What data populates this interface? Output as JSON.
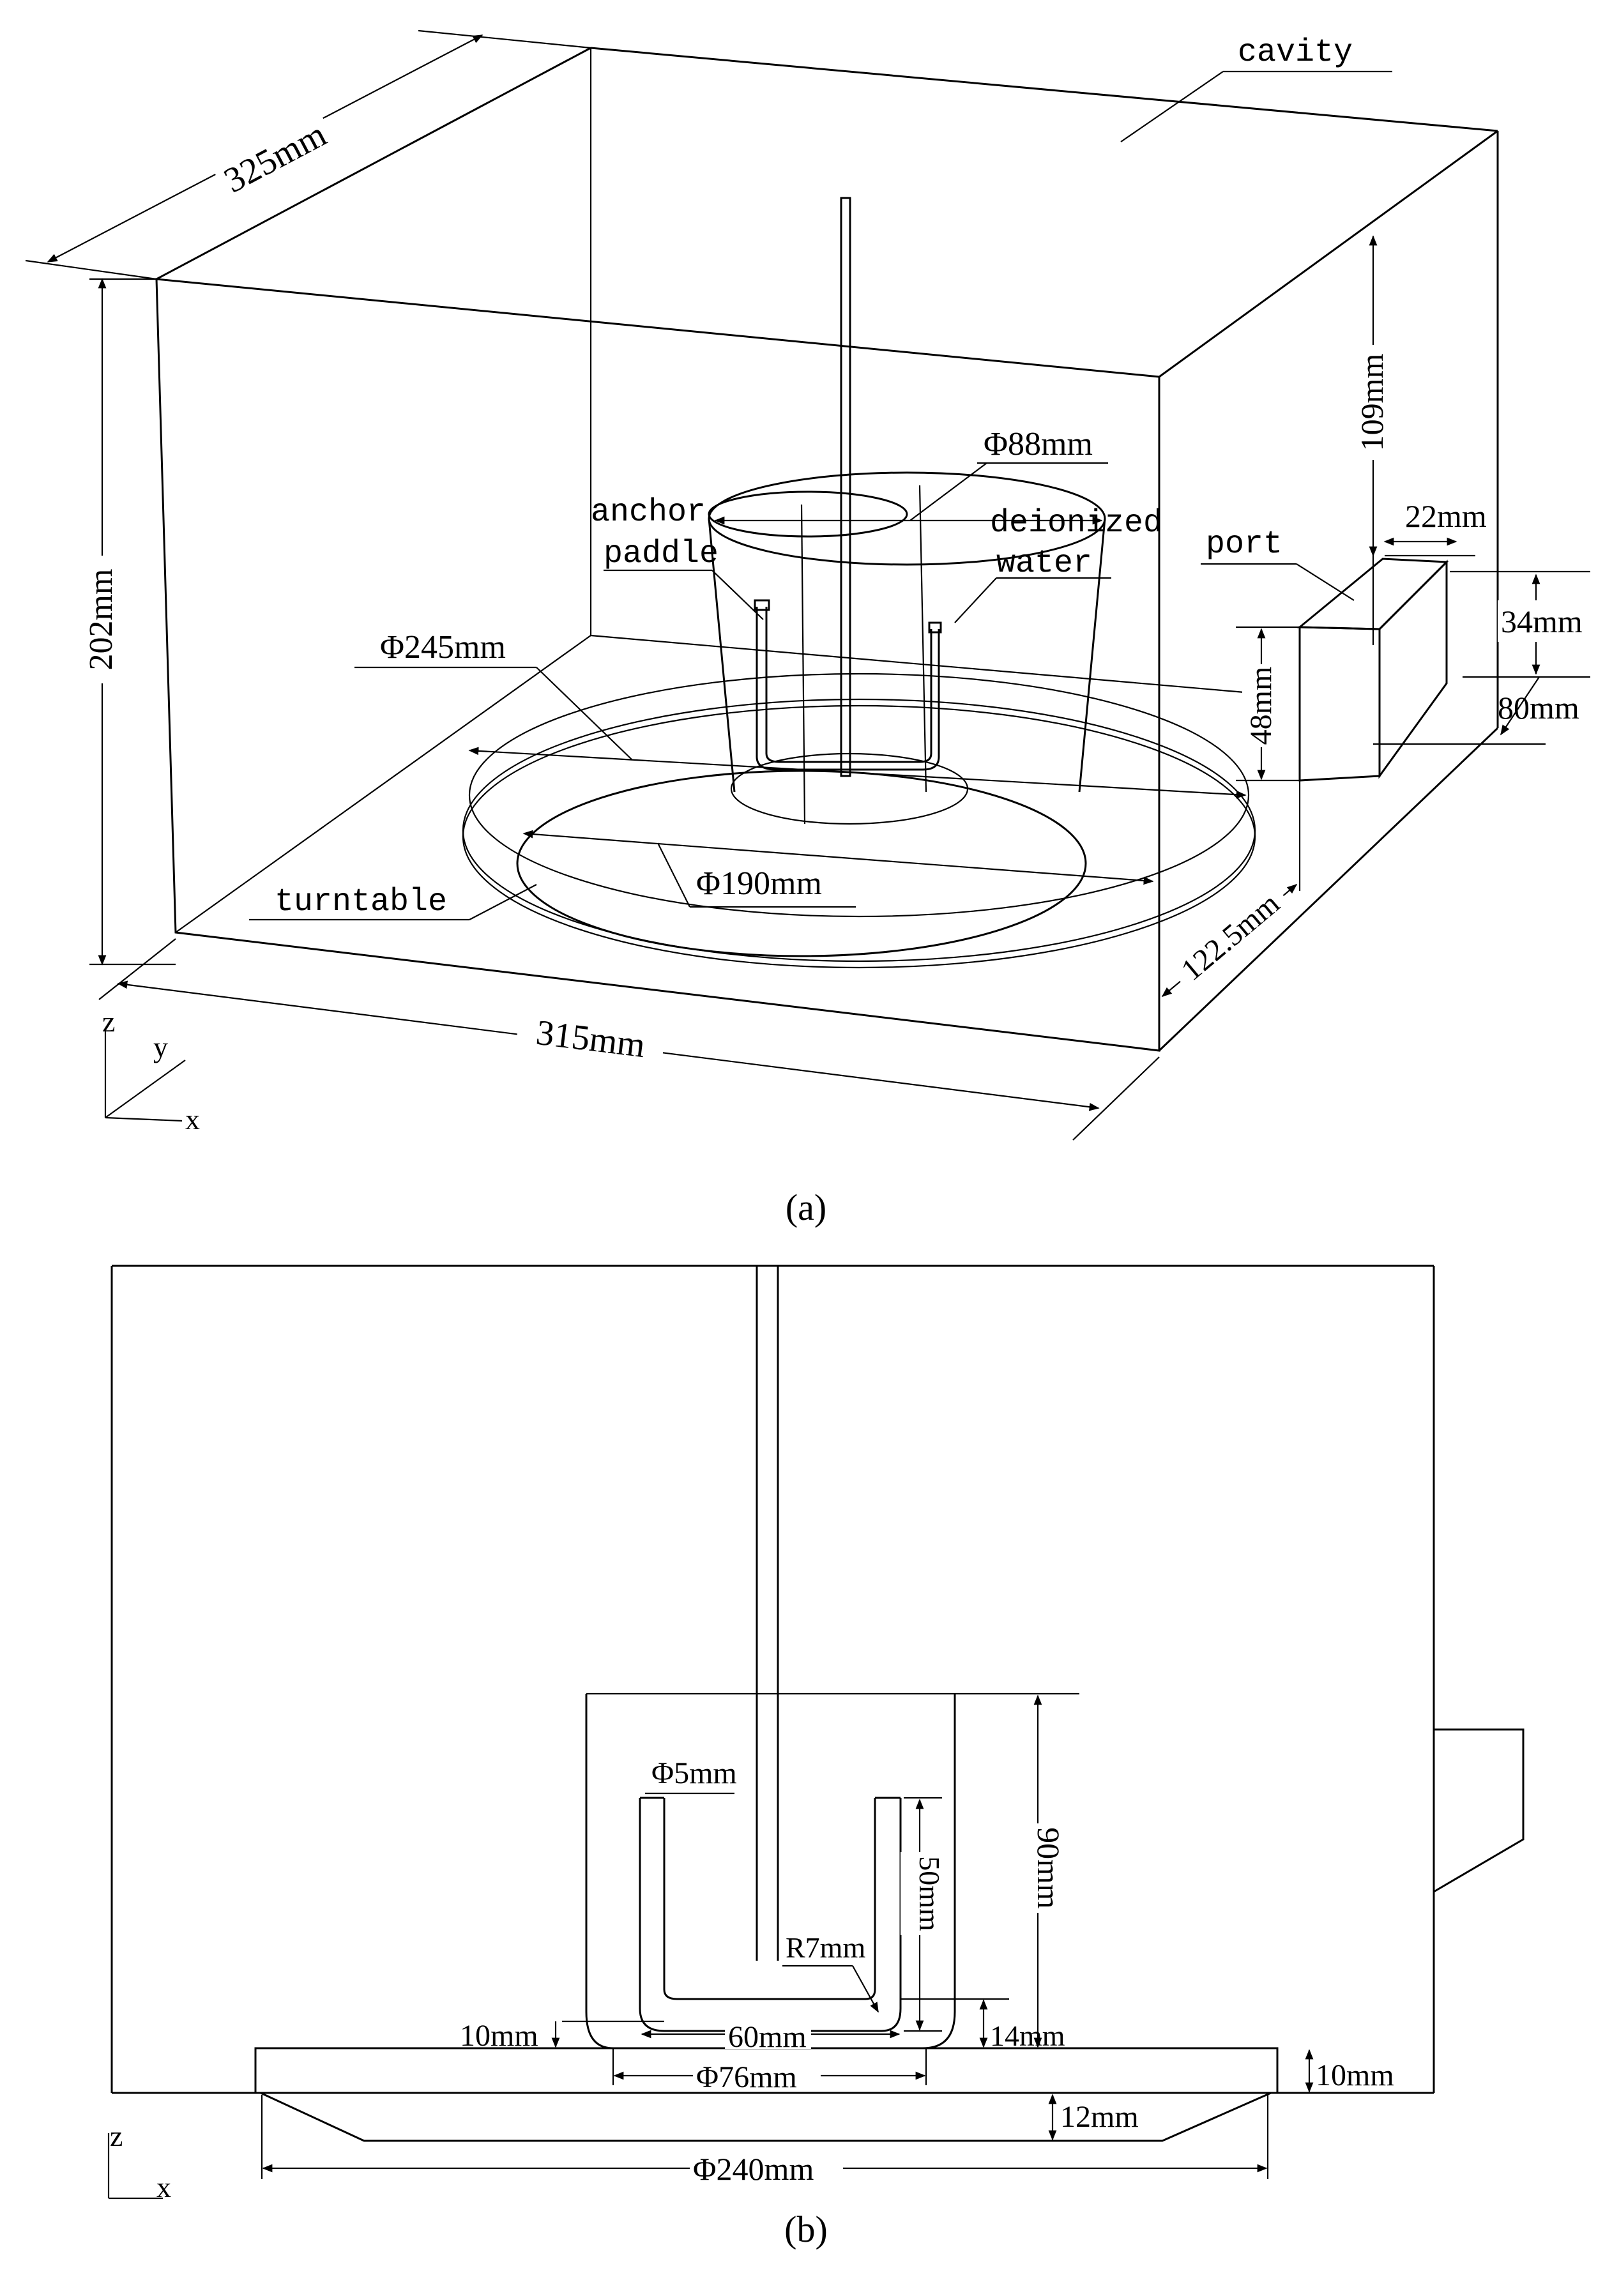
{
  "panel_a": {
    "caption": "(a)",
    "labels": {
      "cavity": "cavity",
      "anchor_paddle_line1": "anchor",
      "anchor_paddle_line2": "paddle",
      "deionized_water_line1": "deionized",
      "deionized_water_line2": "water",
      "port": "port",
      "turntable": "turntable"
    },
    "dimensions": {
      "depth": "325mm",
      "height": "202mm",
      "width": "315mm",
      "top_gap": "109mm",
      "port_width": "22mm",
      "port_height": "34mm",
      "port_length": "80mm",
      "port_z": "48mm",
      "port_offset": "122.5mm",
      "beaker_dia": "Φ88mm",
      "turntable_dia": "Φ245mm",
      "inner_dia": "Φ190mm"
    },
    "axes": {
      "z": "z",
      "y": "y",
      "x": "x"
    }
  },
  "panel_b": {
    "caption": "(b)",
    "dimensions": {
      "rod_dia": "Φ5mm",
      "beaker_height": "90mm",
      "paddle_height": "50mm",
      "bend_radius": "R7mm",
      "bottom_gap": "10mm",
      "paddle_width": "60mm",
      "paddle_clearance": "14mm",
      "beaker_base_dia": "Φ76mm",
      "plate_thickness": "10mm",
      "support_height": "12mm",
      "turntable_dia": "Φ240mm"
    },
    "axes": {
      "z": "z",
      "x": "x"
    }
  }
}
